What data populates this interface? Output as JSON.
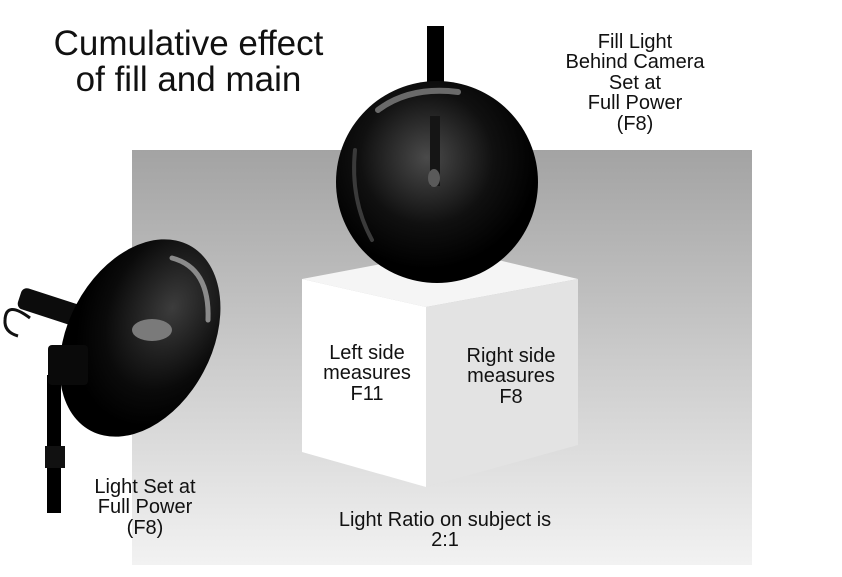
{
  "title": {
    "line1": "Cumulative effect",
    "line2": "of fill and main"
  },
  "fill_light": {
    "line1": "Fill Light",
    "line2": "Behind Camera",
    "line3": "Set at",
    "line4": "Full Power",
    "line5": "(F8)"
  },
  "subject": {
    "left_side": {
      "line1": "Left side",
      "line2": "measures",
      "line3": "F11"
    },
    "right_side": {
      "line1": "Right side",
      "line2": "measures",
      "line3": "F8"
    }
  },
  "main_light": {
    "line1": "Light Set at",
    "line2": "Full Power",
    "line3": "(F8)"
  },
  "ratio": {
    "line1": "Light Ratio on subject is",
    "line2": "2:1"
  },
  "colors": {
    "backdrop_top": "#a3a3a3",
    "backdrop_bottom": "#f2f2f2",
    "cube_front_left": "#ffffff",
    "cube_front_right": "#e3e3e3",
    "cube_top": "#f5f5f5",
    "light_fixture": "#000000"
  },
  "icons": {
    "fill_light": "round-reflector-light-icon",
    "main_light": "dish-reflector-light-icon"
  }
}
